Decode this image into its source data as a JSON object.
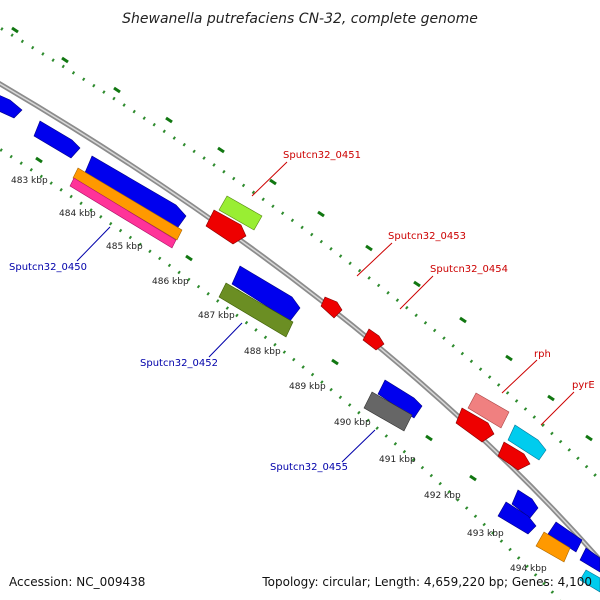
{
  "header": {
    "title": "Shewanella putrefaciens CN-32, complete genome"
  },
  "footer": {
    "accession": "Accession: NC_009438",
    "summary": "Topology: circular; Length: 4,659,220 bp; Genes: 4,100"
  },
  "legend_colors": {
    "backbone": "#8c8c8c",
    "tick": "#2e8b2e",
    "cds_forward": "#0000ee",
    "cds_reverse": "#ee0000",
    "label_blue": "#0000aa",
    "label_red": "#cc0000"
  },
  "ticks": [
    {
      "label": "483 kbp"
    },
    {
      "label": "484 kbp"
    },
    {
      "label": "485 kbp"
    },
    {
      "label": "486 kbp"
    },
    {
      "label": "487 kbp"
    },
    {
      "label": "488 kbp"
    },
    {
      "label": "489 kbp"
    },
    {
      "label": "490 kbp"
    },
    {
      "label": "491 kbp"
    },
    {
      "label": "492 kbp"
    },
    {
      "label": "493 kbp"
    },
    {
      "label": "494 kbp"
    }
  ],
  "gene_labels": [
    {
      "text": "Sputcn32_0451"
    },
    {
      "text": "Sputcn32_0453"
    },
    {
      "text": "Sputcn32_0454"
    },
    {
      "text": "rph"
    },
    {
      "text": "pyrE"
    },
    {
      "text": "Sputcn32_0450"
    },
    {
      "text": "Sputcn32_0452"
    },
    {
      "text": "Sputcn32_0455"
    }
  ]
}
